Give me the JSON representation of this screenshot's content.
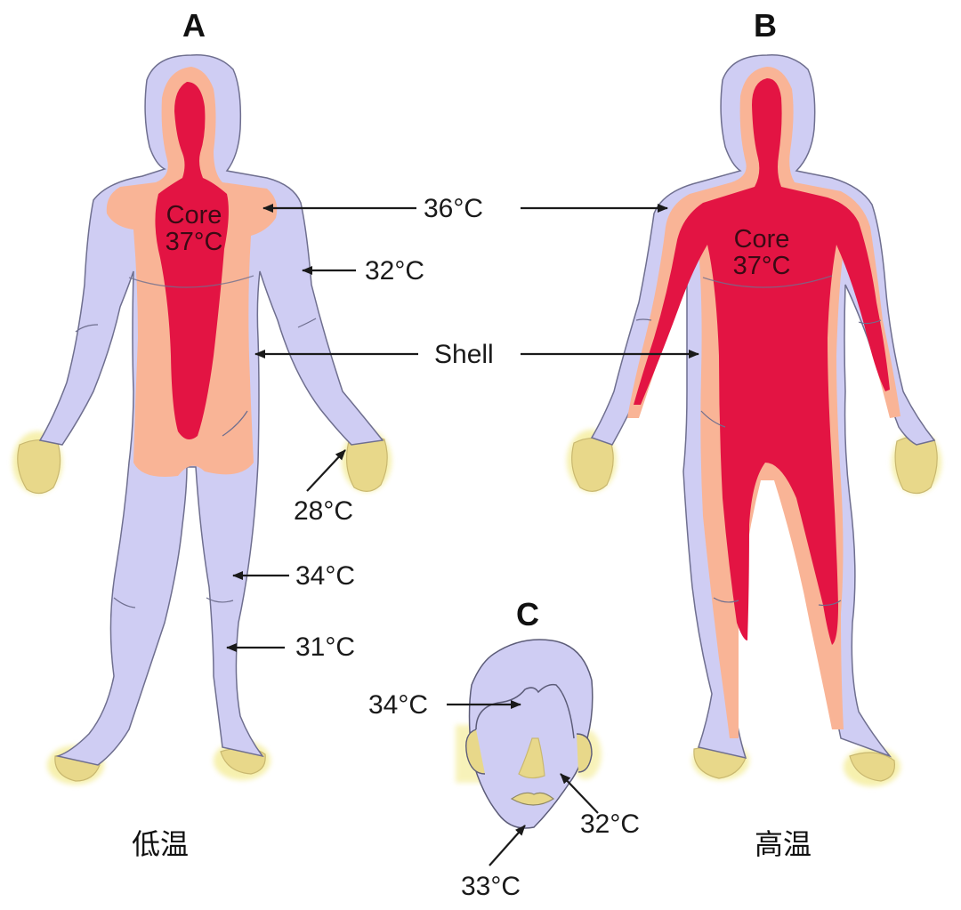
{
  "figure": {
    "panels": [
      {
        "id": "A",
        "label": "A",
        "condition": "低温",
        "core_label": "Core",
        "core_temp": "37°C"
      },
      {
        "id": "B",
        "label": "B",
        "condition": "高温",
        "core_label": "Core",
        "core_temp": "37°C"
      },
      {
        "id": "C",
        "label": "C"
      }
    ],
    "annotations": {
      "shoulder": "36°C",
      "upper_arm": "32°C",
      "shell": "Shell",
      "hand": "28°C",
      "thigh": "34°C",
      "calf": "31°C",
      "forehead": "34°C",
      "cheek": "32°C",
      "chin": "33°C"
    },
    "colors": {
      "core": "#e31443",
      "warm_shell": "#f9b496",
      "cool_shell": "#cfcdf3",
      "extremity": "#e8d88a",
      "outline": "#6f6f8f",
      "arrow": "#1a1a1a"
    }
  }
}
